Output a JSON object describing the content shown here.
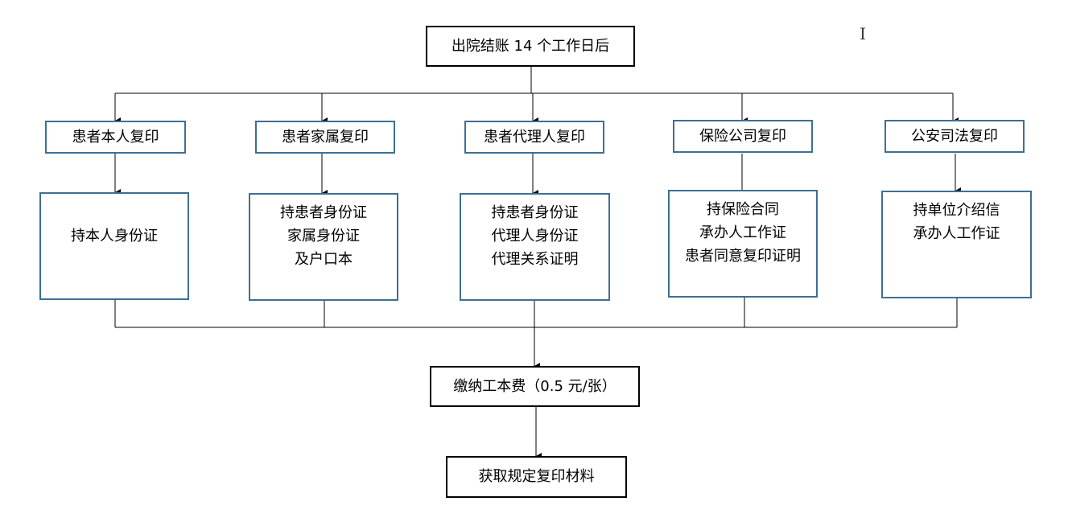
{
  "top": {
    "label": "出院结账 14 个工作日后"
  },
  "categories": [
    {
      "label": "患者本人复印",
      "requirements": [
        "持本人身份证"
      ]
    },
    {
      "label": "患者家属复印",
      "requirements": [
        "持患者身份证",
        "家属身份证",
        "及户口本"
      ]
    },
    {
      "label": "患者代理人复印",
      "requirements": [
        "持患者身份证",
        "代理人身份证",
        "代理关系证明"
      ]
    },
    {
      "label": "保险公司复印",
      "requirements": [
        "持保险合同",
        "承办人工作证",
        "患者同意复印证明"
      ]
    },
    {
      "label": "公安司法复印",
      "requirements": [
        "持单位介绍信",
        "承办人工作证"
      ]
    }
  ],
  "fee": {
    "label": "缴纳工本费（0.5 元/张）"
  },
  "final": {
    "label": "获取规定复印材料"
  },
  "colors": {
    "header_border": "#3d6f95",
    "main_border": "#000000",
    "connector": "#000000"
  }
}
